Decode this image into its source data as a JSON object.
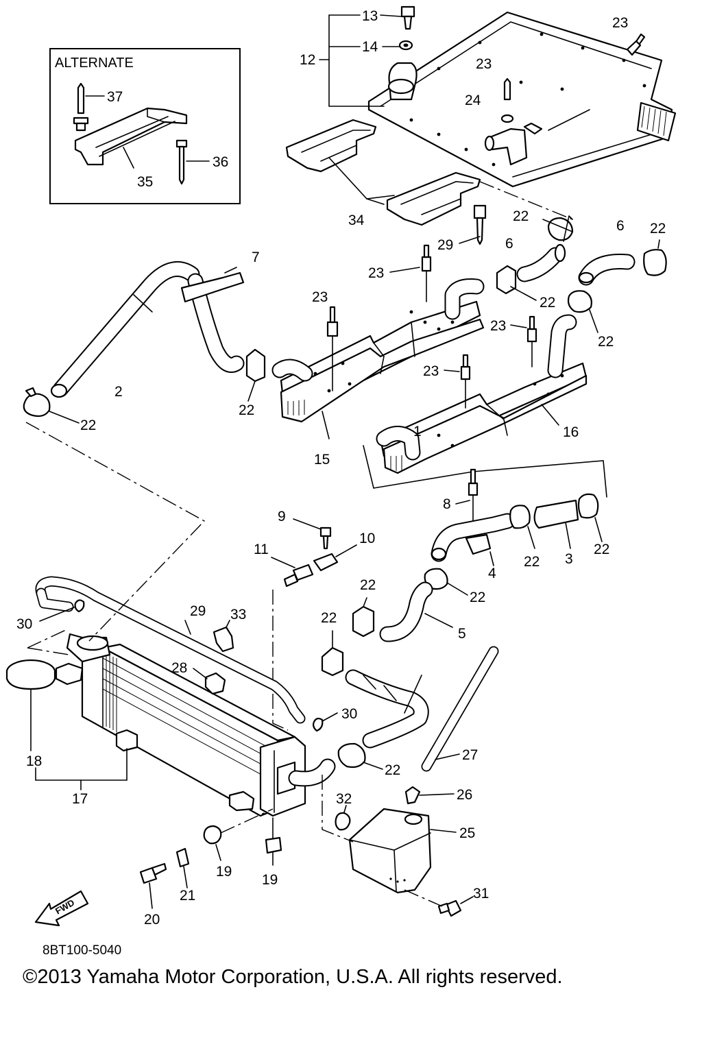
{
  "inset": {
    "title": "ALTERNATE"
  },
  "callouts": [
    "1",
    "2",
    "3",
    "4",
    "5",
    "6",
    "7",
    "8",
    "9",
    "10",
    "11",
    "12",
    "13",
    "14",
    "15",
    "16",
    "17",
    "18",
    "19",
    "20",
    "21",
    "22",
    "23",
    "24",
    "25",
    "26",
    "27",
    "28",
    "29",
    "30",
    "31",
    "32",
    "33",
    "34",
    "35",
    "36",
    "37"
  ],
  "fwd_arrow": {
    "label": "FWD"
  },
  "part_number": "8BT100-5040",
  "copyright": "©2013 Yamaha Motor Corporation, U.S.A. All rights reserved."
}
